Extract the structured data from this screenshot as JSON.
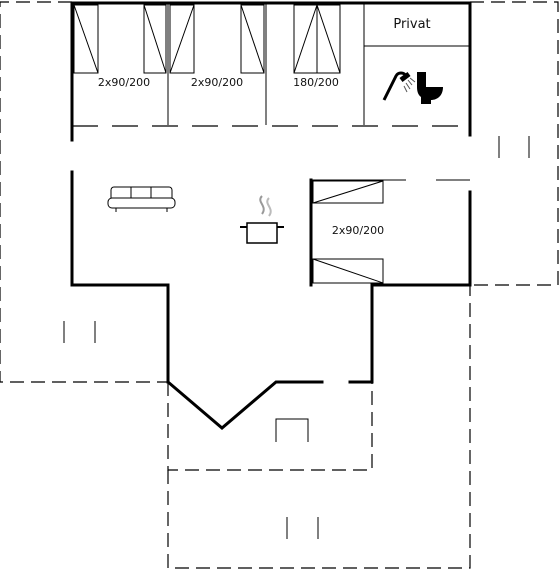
{
  "floorplan": {
    "rooms": {
      "bedroom_1": {
        "bed_label": "2x90/200"
      },
      "bedroom_2": {
        "bed_label": "2x90/200"
      },
      "bedroom_3": {
        "bed_label": "180/200"
      },
      "bathroom": {
        "label": "Privat",
        "icons": [
          "shower-icon",
          "toilet-icon"
        ]
      },
      "bedroom_4": {
        "bed_label": "2x90/200"
      },
      "living_room": {
        "icons": [
          "sofa-icon",
          "kitchen-pot-icon"
        ]
      }
    }
  }
}
